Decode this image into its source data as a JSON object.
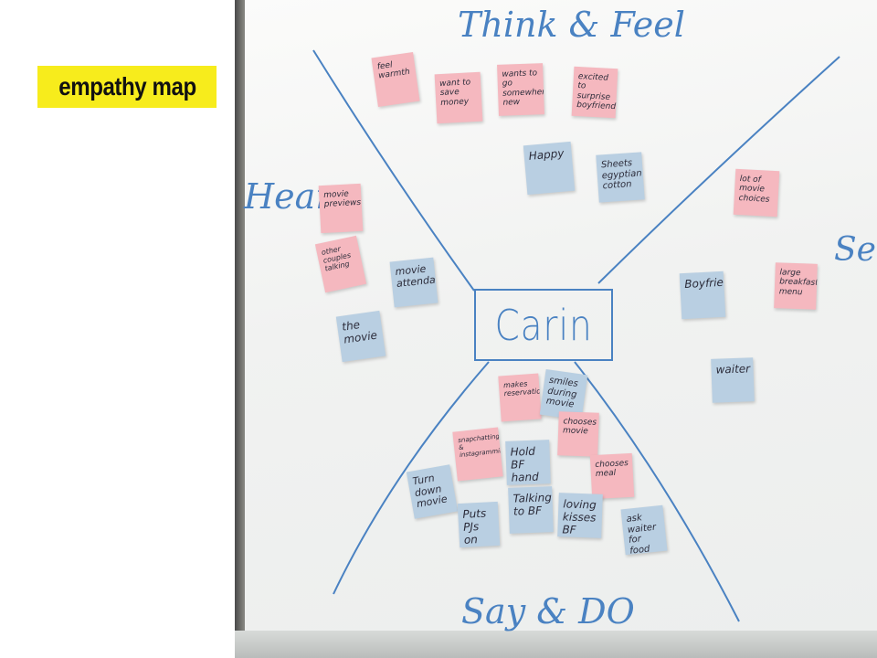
{
  "slide": {
    "title": "empathy map"
  },
  "whiteboard": {
    "center": "Carin",
    "quadrants": {
      "top": "Think & Feel",
      "left": "Hear",
      "right": "See",
      "bottom": "Say & DO"
    },
    "notes": [
      {
        "text": "feel warmth",
        "color": "pink"
      },
      {
        "text": "want to save money",
        "color": "pink"
      },
      {
        "text": "wants to go somewhere new",
        "color": "pink"
      },
      {
        "text": "excited to surprise boyfriend",
        "color": "pink"
      },
      {
        "text": "Happy",
        "color": "blue"
      },
      {
        "text": "Sheets egyptian cotton",
        "color": "blue"
      },
      {
        "text": "movie previews",
        "color": "pink"
      },
      {
        "text": "other couples talking",
        "color": "pink"
      },
      {
        "text": "movie attendant",
        "color": "blue"
      },
      {
        "text": "the movie",
        "color": "blue"
      },
      {
        "text": "lot of movie choices",
        "color": "pink"
      },
      {
        "text": "Boyfriend",
        "color": "blue"
      },
      {
        "text": "large breakfast menu",
        "color": "pink"
      },
      {
        "text": "waiter",
        "color": "blue"
      },
      {
        "text": "makes reservations",
        "color": "pink"
      },
      {
        "text": "smiles during movie",
        "color": "blue"
      },
      {
        "text": "chooses movie",
        "color": "pink"
      },
      {
        "text": "snapchatting & instagramming",
        "color": "pink"
      },
      {
        "text": "Hold BF hand",
        "color": "blue"
      },
      {
        "text": "chooses meal",
        "color": "pink"
      },
      {
        "text": "Turn down movie",
        "color": "blue"
      },
      {
        "text": "Puts PJs on",
        "color": "blue"
      },
      {
        "text": "Talking to BF",
        "color": "blue"
      },
      {
        "text": "loving kisses BF",
        "color": "blue"
      },
      {
        "text": "ask waiter for food",
        "color": "blue"
      }
    ]
  }
}
